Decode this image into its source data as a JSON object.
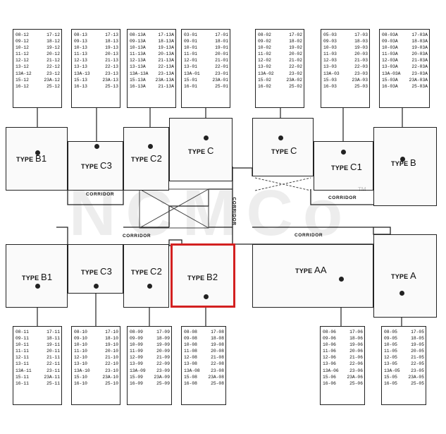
{
  "units": {
    "b1_top": {
      "type": "TYPE",
      "name": "B1"
    },
    "c3_top": {
      "type": "TYPE",
      "name": "C3"
    },
    "c2_top": {
      "type": "TYPE",
      "name": "C2"
    },
    "c_top_left": {
      "type": "TYPE",
      "name": "C"
    },
    "c_top_right": {
      "type": "TYPE",
      "name": "C"
    },
    "c1_top": {
      "type": "TYPE",
      "name": "C1"
    },
    "b_top": {
      "type": "TYPE",
      "name": "B"
    },
    "b1_bottom": {
      "type": "TYPE",
      "name": "B1"
    },
    "c3_bottom": {
      "type": "TYPE",
      "name": "C3"
    },
    "c2_bottom": {
      "type": "TYPE",
      "name": "C2"
    },
    "b2_bottom": {
      "type": "TYPE",
      "name": "B2"
    },
    "aa_bottom": {
      "type": "TYPE",
      "name": "AA"
    },
    "a_bottom": {
      "type": "TYPE",
      "name": "A"
    }
  },
  "corridors": [
    "CORRIDOR",
    "CORRIDOR",
    "CORRIDOR",
    "CORRIDOR",
    "CORRIDOR"
  ],
  "watermark": {
    "text": "NCMCo",
    "tm": "TM"
  },
  "stacks_top": [
    {
      "rows": [
        [
          "08-12",
          "17-12"
        ],
        [
          "09-12",
          "18-12"
        ],
        [
          "10-12",
          "19-12"
        ],
        [
          "11-12",
          "20-12"
        ],
        [
          "12-12",
          "21-12"
        ],
        [
          "13-12",
          "22-12"
        ],
        [
          "13A-12",
          "23-12"
        ],
        [
          "15-12",
          "23A-12"
        ],
        [
          "16-12",
          "25-12"
        ]
      ]
    },
    {
      "rows": [
        [
          "08-13",
          "17-13"
        ],
        [
          "09-13",
          "18-13"
        ],
        [
          "10-13",
          "19-13"
        ],
        [
          "11-13",
          "20-13"
        ],
        [
          "12-13",
          "21-13"
        ],
        [
          "13-13",
          "22-13"
        ],
        [
          "13A-13",
          "23-13"
        ],
        [
          "15-13",
          "23A-13"
        ],
        [
          "16-13",
          "25-13"
        ]
      ]
    },
    {
      "rows": [
        [
          "08-13A",
          "17-13A"
        ],
        [
          "09-13A",
          "18-13A"
        ],
        [
          "10-13A",
          "19-13A"
        ],
        [
          "11-13A",
          "20-13A"
        ],
        [
          "12-13A",
          "21-13A"
        ],
        [
          "13-13A",
          "22-13A"
        ],
        [
          "13A-13A",
          "23-13A"
        ],
        [
          "15-13A",
          "23A-13A"
        ],
        [
          "16-13A",
          "21-13A"
        ]
      ]
    },
    {
      "rows": [
        [
          "03-01",
          "17-01"
        ],
        [
          "09-01",
          "18-01"
        ],
        [
          "10-01",
          "19-01"
        ],
        [
          "11-01",
          "20-01"
        ],
        [
          "12-01",
          "21-01"
        ],
        [
          "13-01",
          "22-01"
        ],
        [
          "13A-01",
          "23-01"
        ],
        [
          "15-01",
          "23A-01"
        ],
        [
          "16-01",
          "25-01"
        ]
      ]
    },
    {
      "rows": [
        [
          "08-02",
          "17-02"
        ],
        [
          "09-02",
          "18-02"
        ],
        [
          "10-02",
          "19-02"
        ],
        [
          "11-02",
          "20-02"
        ],
        [
          "12-02",
          "21-02"
        ],
        [
          "13-02",
          "22-02"
        ],
        [
          "13A-02",
          "23-02"
        ],
        [
          "15-02",
          "23A-02"
        ],
        [
          "16-02",
          "25-02"
        ]
      ]
    },
    {
      "rows": [
        [
          "05-03",
          "17-03"
        ],
        [
          "09-03",
          "18-03"
        ],
        [
          "10-03",
          "19-03"
        ],
        [
          "11-03",
          "20-03"
        ],
        [
          "12-03",
          "21-03"
        ],
        [
          "13-03",
          "22-03"
        ],
        [
          "13A-03",
          "23-03"
        ],
        [
          "15-03",
          "23A-03"
        ],
        [
          "16-03",
          "25-03"
        ]
      ]
    },
    {
      "rows": [
        [
          "08-03A",
          "17-03A"
        ],
        [
          "09-03A",
          "18-03A"
        ],
        [
          "10-03A",
          "19-03A"
        ],
        [
          "11-03A",
          "20-03A"
        ],
        [
          "12-03A",
          "21-03A"
        ],
        [
          "13-03A",
          "22-03A"
        ],
        [
          "13A-03A",
          "23-03A"
        ],
        [
          "15-03A",
          "23A-03A"
        ],
        [
          "16-03A",
          "25-03A"
        ]
      ]
    }
  ],
  "stacks_bottom": [
    {
      "rows": [
        [
          "08-11",
          "17-11"
        ],
        [
          "09-11",
          "18-11"
        ],
        [
          "10-11",
          "19-11"
        ],
        [
          "11-11",
          "20-11"
        ],
        [
          "12-11",
          "21-11"
        ],
        [
          "13-11",
          "22-11"
        ],
        [
          "13A-11",
          "23-11"
        ],
        [
          "15-11",
          "23A-11"
        ],
        [
          "16-11",
          "25-11"
        ]
      ]
    },
    {
      "rows": [
        [
          "08-10",
          "17-10"
        ],
        [
          "09-10",
          "18-10"
        ],
        [
          "10-10",
          "19-10"
        ],
        [
          "11-10",
          "20-10"
        ],
        [
          "12-10",
          "21-10"
        ],
        [
          "13-10",
          "22-10"
        ],
        [
          "13A-10",
          "23-10"
        ],
        [
          "15-10",
          "23A-10"
        ],
        [
          "16-10",
          "25-10"
        ]
      ]
    },
    {
      "rows": [
        [
          "08-09",
          "17-09"
        ],
        [
          "09-09",
          "18-09"
        ],
        [
          "10-09",
          "19-09"
        ],
        [
          "11-09",
          "20-09"
        ],
        [
          "12-09",
          "21-09"
        ],
        [
          "13-09",
          "22-09"
        ],
        [
          "13A-09",
          "23-09"
        ],
        [
          "15-09",
          "23A-09"
        ],
        [
          "16-09",
          "25-09"
        ]
      ]
    },
    {
      "rows": [
        [
          "08-08",
          "17-08"
        ],
        [
          "09-08",
          "18-08"
        ],
        [
          "10-08",
          "19-08"
        ],
        [
          "11-08",
          "20-08"
        ],
        [
          "12-08",
          "21-08"
        ],
        [
          "13-08",
          "22-08"
        ],
        [
          "13A-08",
          "23-08"
        ],
        [
          "15-08",
          "23A-08"
        ],
        [
          "16-08",
          "25-08"
        ]
      ]
    },
    {
      "rows": [
        [
          "08-06",
          "17-06"
        ],
        [
          "09-06",
          "18-06"
        ],
        [
          "10-06",
          "19-06"
        ],
        [
          "11-06",
          "20-06"
        ],
        [
          "12-06",
          "21-06"
        ],
        [
          "13-06",
          "22-06"
        ],
        [
          "13A-06",
          "23-06"
        ],
        [
          "15-06",
          "23A-06"
        ],
        [
          "16-06",
          "25-06"
        ]
      ]
    },
    {
      "rows": [
        [
          "08-05",
          "17-05"
        ],
        [
          "09-05",
          "18-05"
        ],
        [
          "10-05",
          "19-05"
        ],
        [
          "11-05",
          "20-05"
        ],
        [
          "12-05",
          "21-05"
        ],
        [
          "13-05",
          "22-05"
        ],
        [
          "13A-05",
          "23-05"
        ],
        [
          "15-05",
          "23A-05"
        ],
        [
          "16-05",
          "25-05"
        ]
      ]
    }
  ]
}
